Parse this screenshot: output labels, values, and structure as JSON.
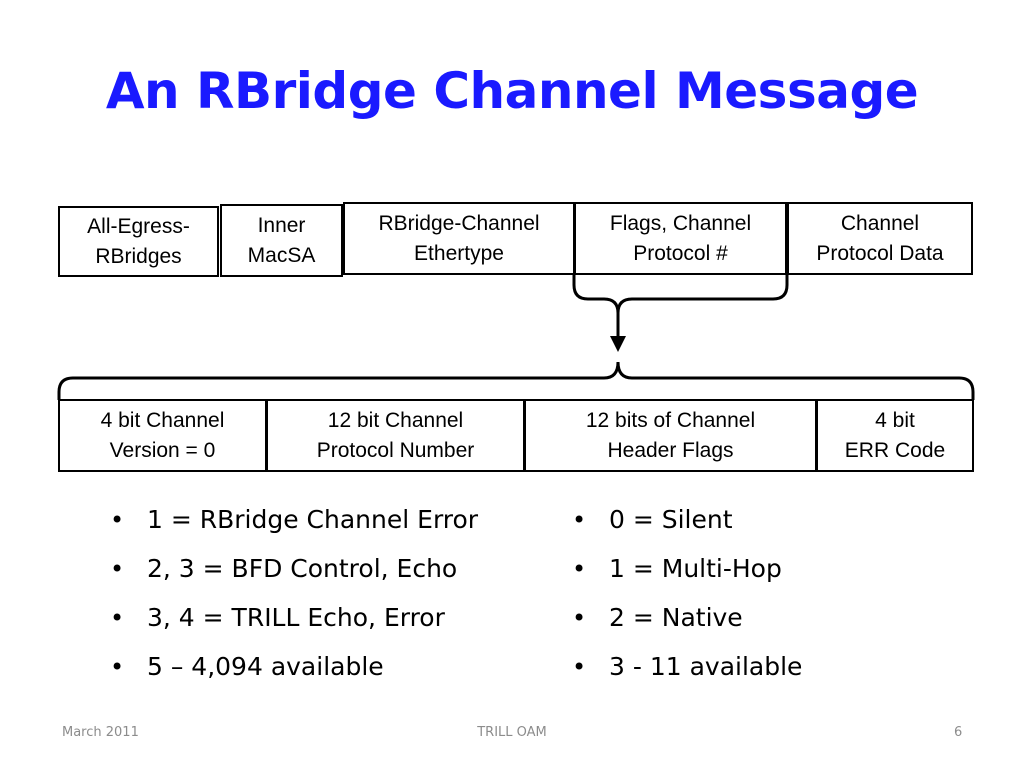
{
  "title": "An RBridge Channel Message",
  "top_fields": [
    {
      "line1": "All-Egress-",
      "line2": "RBridges"
    },
    {
      "line1": "Inner",
      "line2": "MacSA"
    },
    {
      "line1": "RBridge-Channel",
      "line2": "Ethertype"
    },
    {
      "line1": "Flags, Channel",
      "line2": "Protocol #"
    },
    {
      "line1": "Channel",
      "line2": "Protocol Data"
    }
  ],
  "bottom_fields": [
    {
      "line1": "4 bit Channel",
      "line2": "Version = 0"
    },
    {
      "line1": "12 bit Channel",
      "line2": "Protocol Number"
    },
    {
      "line1": "12 bits of Channel",
      "line2": "Header Flags"
    },
    {
      "line1": "4 bit",
      "line2": "ERR Code"
    }
  ],
  "protocol_numbers": [
    "1 = RBridge Channel Error",
    "2, 3 = BFD Control, Echo",
    "3, 4 = TRILL Echo, Error",
    "5 – 4,094 available"
  ],
  "header_flags": [
    "0 = Silent",
    "1 = Multi-Hop",
    "2 = Native",
    "3 - 11 available"
  ],
  "footer": {
    "date": "March 2011",
    "center": "TRILL OAM",
    "page": "6"
  }
}
